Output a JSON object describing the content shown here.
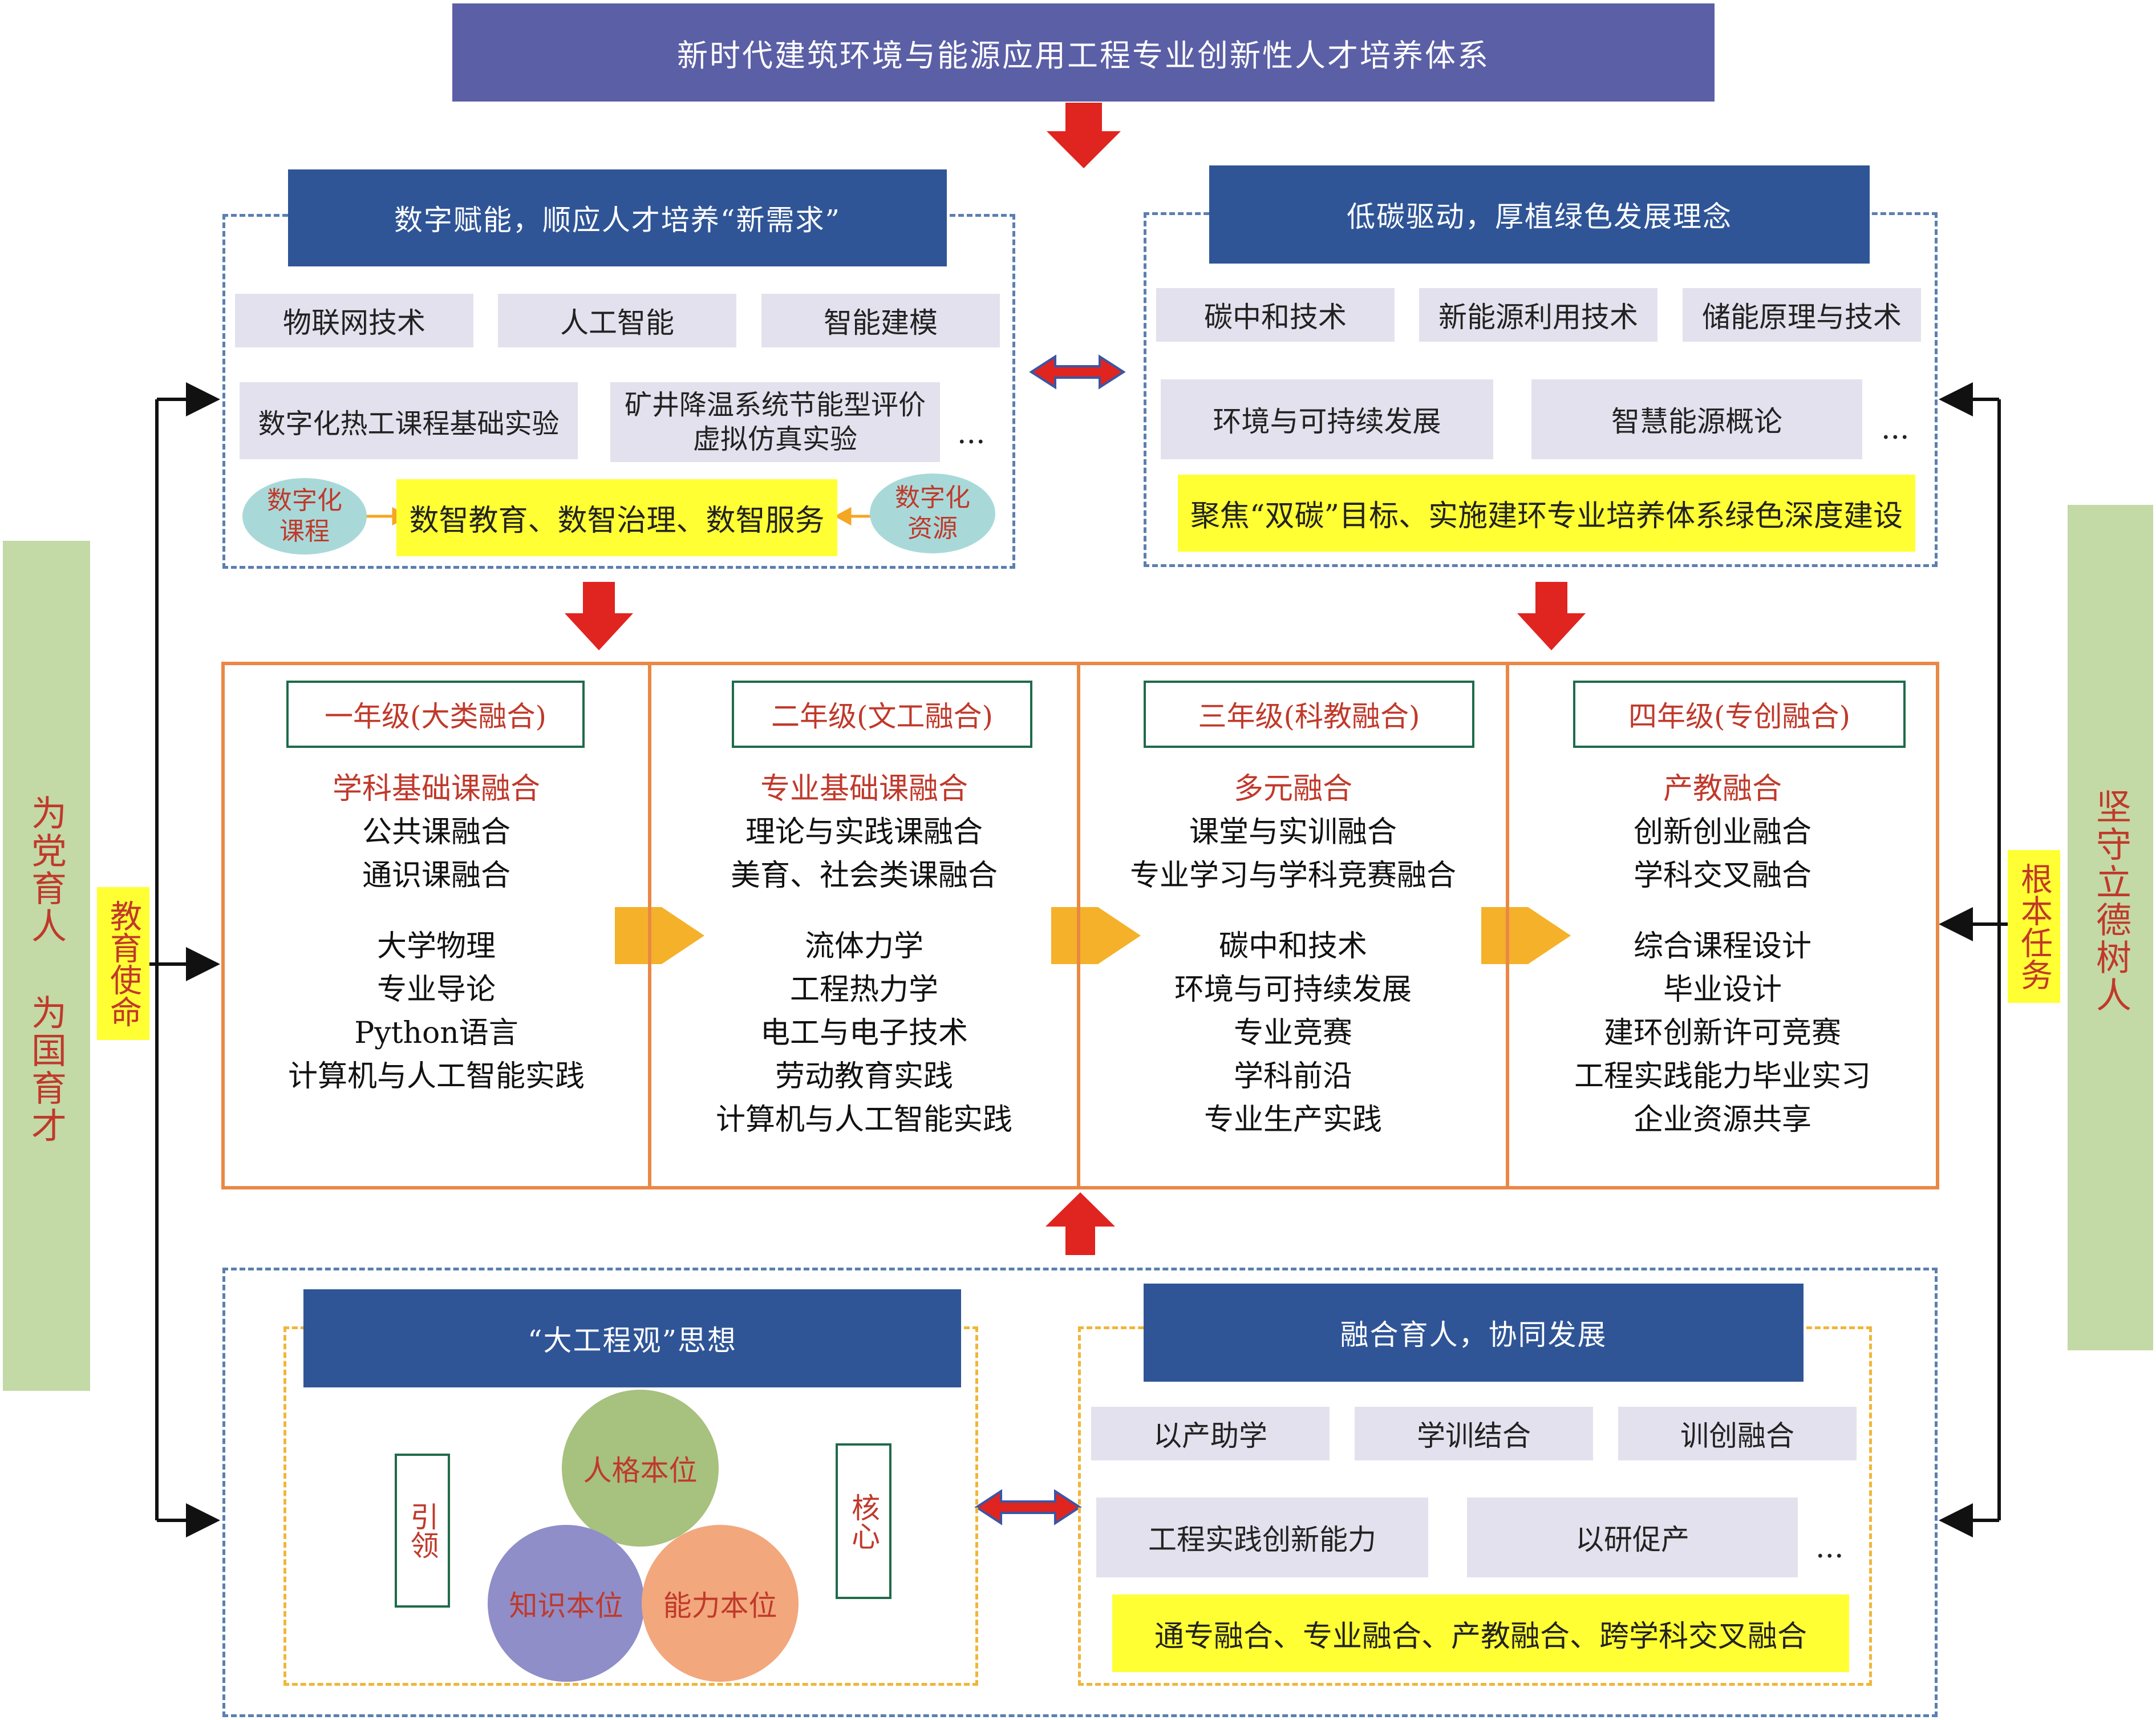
{
  "top_title": "新时代建筑环境与能源应用工程专业创新性人才培养体系",
  "colors": {
    "title_bg": "#5b5fa6",
    "bar_bg": "#2f5597",
    "grey": "#e3e1ed",
    "yellow": "#ffff33",
    "green_side": "#c3d9a6",
    "orange_border": "#e98845",
    "red_arrow": "#e0241f",
    "gold_chevron": "#f5b12a",
    "red_text": "#c0392b"
  },
  "digital": {
    "title": "数字赋能，顺应人才培养“新需求”",
    "items_row1": [
      "物联网技术",
      "人工智能",
      "智能建模"
    ],
    "item_a": "数字化热工课程基础实验",
    "item_b_line1": "矿井降温系统节能型评价",
    "item_b_line2": "虚拟仿真实验",
    "ellipsis": "...",
    "left_oval_line1": "数字化",
    "left_oval_line2": "课程",
    "right_oval_line1": "数字化",
    "right_oval_line2": "资源",
    "highlight": "数智教育、数智治理、数智服务"
  },
  "lowcarbon": {
    "title": "低碳驱动，厚植绿色发展理念",
    "items_row1": [
      "碳中和技术",
      "新能源利用技术",
      "储能原理与技术"
    ],
    "items_row2": [
      "环境与可持续发展",
      "智慧能源概论"
    ],
    "ellipsis": "...",
    "highlight": "聚焦“双碳”目标、实施建环专业培养体系绿色深度建设"
  },
  "years": [
    {
      "title": "一年级(大类融合)",
      "subtitle": "学科基础课融合",
      "group1": [
        "公共课融合",
        "通识课融合"
      ],
      "group2": [
        "大学物理",
        "专业导论",
        "Python语言",
        "计算机与人工智能实践"
      ]
    },
    {
      "title": "二年级(文工融合)",
      "subtitle": "专业基础课融合",
      "group1": [
        "理论与实践课融合",
        "美育、社会类课融合"
      ],
      "group2": [
        "流体力学",
        "工程热力学",
        "电工与电子技术",
        "劳动教育实践",
        "计算机与人工智能实践"
      ]
    },
    {
      "title": "三年级(科教融合)",
      "subtitle": "多元融合",
      "group1": [
        "课堂与实训融合",
        "专业学习与学科竞赛融合"
      ],
      "group2": [
        "碳中和技术",
        "环境与可持续发展",
        "专业竞赛",
        "学科前沿",
        "专业生产实践"
      ]
    },
    {
      "title": "四年级(专创融合)",
      "subtitle": "产教融合",
      "group1": [
        "创新创业融合",
        "学科交叉融合"
      ],
      "group2": [
        "综合课程设计",
        "毕业设计",
        "建环创新许可竞赛",
        "工程实践能力毕业实习",
        "企业资源共享"
      ]
    }
  ],
  "engineering": {
    "title": "“大工程观”思想",
    "lead": "引领",
    "core": "核心",
    "circles": [
      "人格本位",
      "知识本位",
      "能力本位"
    ]
  },
  "fusion": {
    "title": "融合育人，协同发展",
    "items_row1": [
      "以产助学",
      "学训结合",
      "训创融合"
    ],
    "items_row2": [
      "工程实践创新能力",
      "以研促产"
    ],
    "ellipsis": "...",
    "highlight": "通专融合、专业融合、产教融合、跨学科交叉融合"
  },
  "left_side": {
    "main_line1": "为党育人",
    "main_line2": "为国育才",
    "tag": "教育使命"
  },
  "right_side": {
    "main": "坚守立德树人",
    "tag": "根本任务"
  }
}
